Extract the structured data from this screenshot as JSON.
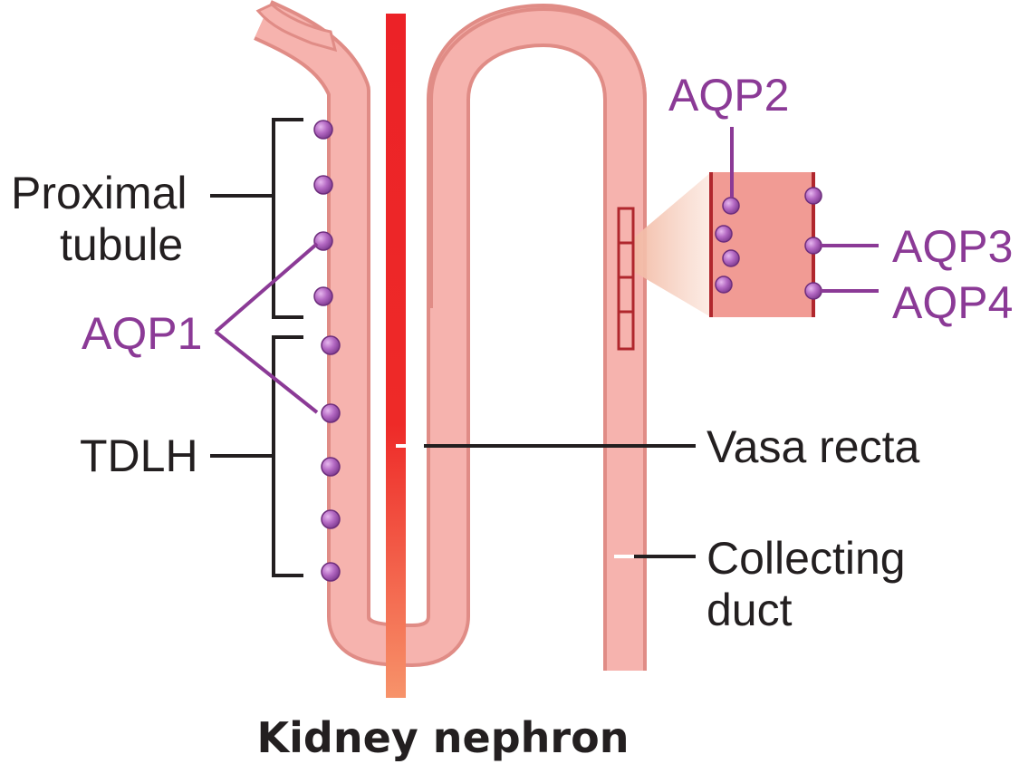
{
  "title": "Kidney nephron",
  "labels": {
    "proximal_line1": "Proximal",
    "proximal_line2": "tubule",
    "aqp1": "AQP1",
    "tdlh": "TDLH",
    "aqp2": "AQP2",
    "aqp3": "AQP3",
    "aqp4": "AQP4",
    "vasa_recta": "Vasa recta",
    "collecting_line1": "Collecting",
    "collecting_line2": "duct"
  },
  "colors": {
    "tubule_fill": "#f6b3ae",
    "tubule_edge": "#e08c86",
    "vasa_recta": "#ec2227",
    "vasa_recta_lower": "#f5875f",
    "aquaporin": "#a55bb2",
    "label_purple": "#8b3a96",
    "label_dark": "#231f20",
    "inset_border": "#b0272d"
  }
}
